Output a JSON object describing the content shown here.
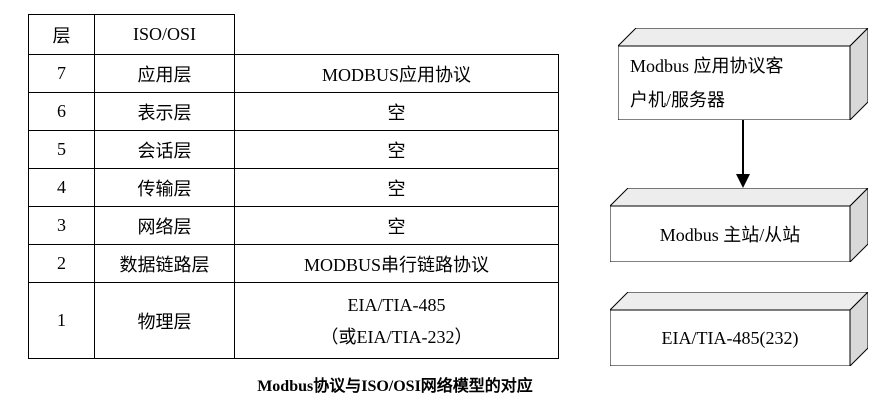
{
  "colors": {
    "border": "#000000",
    "box_top_face": "#ededed",
    "box_side_face": "#d9d9d9",
    "box_front_face": "#ffffff"
  },
  "table": {
    "header": {
      "layer_col": "层",
      "iso_col": "ISO/OSI"
    },
    "rows": [
      {
        "num": "7",
        "name": "应用层",
        "protocol": "MODBUS应用协议"
      },
      {
        "num": "6",
        "name": "表示层",
        "protocol": "空"
      },
      {
        "num": "5",
        "name": "会话层",
        "protocol": "空"
      },
      {
        "num": "4",
        "name": "传输层",
        "protocol": "空"
      },
      {
        "num": "3",
        "name": "网络层",
        "protocol": "空"
      },
      {
        "num": "2",
        "name": "数据链路层",
        "protocol": "MODBUS串行链路协议"
      },
      {
        "num": "1",
        "name": "物理层",
        "protocol_line1": "EIA/TIA-485",
        "protocol_line2": "（或EIA/TIA-232）"
      }
    ]
  },
  "diagram": {
    "client_server_box": {
      "line1": "Modbus 应用协议客",
      "line2": "户机/服务器"
    },
    "master_slave_box": {
      "label": "Modbus 主站/从站"
    },
    "physical_box": {
      "label": "EIA/TIA-485(232)"
    }
  },
  "caption": "Modbus协议与ISO/OSI网络模型的对应"
}
